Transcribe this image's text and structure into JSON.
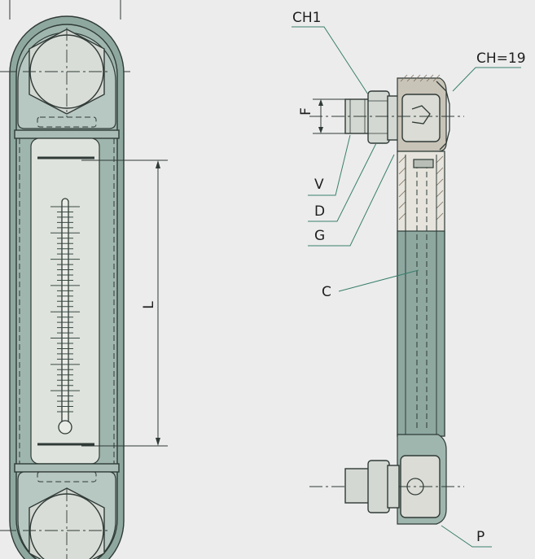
{
  "labels": {
    "ch1": "CH1",
    "ch19": "CH=19",
    "f": "F",
    "v": "V",
    "d": "D",
    "g": "G",
    "c": "C",
    "l": "L",
    "p": "P"
  },
  "colors": {
    "frame": "#8ea8a0",
    "glass": "#dfe3dd",
    "leader": "#3a7f6c",
    "background": "#ececec"
  },
  "scale_ticks": 40
}
